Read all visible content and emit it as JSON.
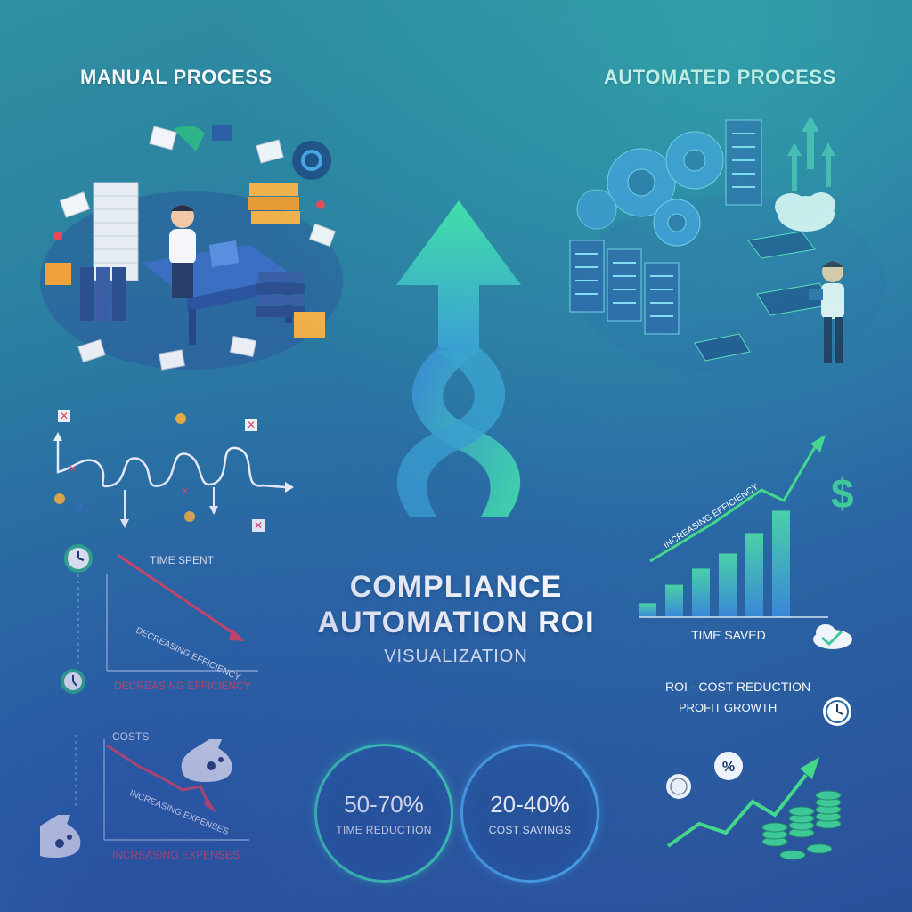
{
  "headings": {
    "manual": "MANUAL PROCESS",
    "automated": "AUTOMATED PROCESS"
  },
  "title": {
    "line1": "COMPLIANCE",
    "line2": "AUTOMATION ROI",
    "subtitle": "VISUALIZATION"
  },
  "manual_time": {
    "top_label": "TIME SPENT",
    "diagonal_label": "DECREASING EFFICIENCY",
    "bottom_label": "DECREASING EFFICIENCY"
  },
  "manual_costs": {
    "top_label": "COSTS",
    "diagonal_label": "INCREASING EXPENSES",
    "bottom_label": "INCREASING EXPENSES"
  },
  "automated_efficiency": {
    "diagonal_label": "INCREASING EFFICIENCY",
    "bottom_label": "TIME SAVED",
    "dollar": "$",
    "bar_levels": [
      0.12,
      0.28,
      0.42,
      0.55,
      0.72,
      0.92
    ]
  },
  "roi": {
    "line1": "ROI - COST REDUCTION",
    "line2": "PROFIT GROWTH",
    "percent_badge": "%"
  },
  "metrics": [
    {
      "value": "50-70%",
      "label": "TIME REDUCTION"
    },
    {
      "value": "20-40%",
      "label": "COST SAVINGS"
    }
  ],
  "colors": {
    "accent_green": "#3fd2b4",
    "accent_blue": "#4aa3e8",
    "alert_red": "#e8485a",
    "text_white": "#ffffff"
  }
}
